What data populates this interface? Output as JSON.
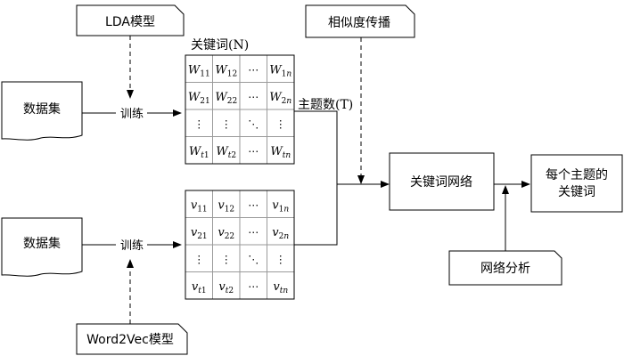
{
  "nodes": {
    "lda_model": "LDA模型",
    "similarity": "相似度传播",
    "dataset_top": "数据集",
    "dataset_bottom": "数据集",
    "train_top": "训练",
    "train_bottom": "训练",
    "keyword_network": "关键词网络",
    "result": [
      "每个主题的",
      "关键词"
    ],
    "network_analysis": "网络分析",
    "word2vec_model": "Word2Vec模型"
  },
  "labels": {
    "keywords_axis": "关键词(N)",
    "topics_axis": "主题数(T)"
  },
  "matrix_w": {
    "symbol": "W",
    "rows": [
      [
        [
          "1",
          "1"
        ],
        [
          "1",
          "2"
        ],
        [
          "dots",
          "h"
        ],
        [
          "1",
          "n"
        ]
      ],
      [
        [
          "2",
          "1"
        ],
        [
          "2",
          "2"
        ],
        [
          "dots",
          "h"
        ],
        [
          "2",
          "n"
        ]
      ],
      [
        [
          "dots",
          "v"
        ],
        [
          "dots",
          "v"
        ],
        [
          "dots",
          "d"
        ],
        [
          "dots",
          "v"
        ]
      ],
      [
        [
          "t",
          "1"
        ],
        [
          "t",
          "2"
        ],
        [
          "dots",
          "h"
        ],
        [
          "t",
          "n"
        ]
      ]
    ]
  },
  "matrix_v": {
    "symbol": "v",
    "rows": [
      [
        [
          "1",
          "1"
        ],
        [
          "1",
          "2"
        ],
        [
          "dots",
          "h"
        ],
        [
          "1",
          "n"
        ]
      ],
      [
        [
          "2",
          "1"
        ],
        [
          "2",
          "2"
        ],
        [
          "dots",
          "h"
        ],
        [
          "2",
          "n"
        ]
      ],
      [
        [
          "dots",
          "v"
        ],
        [
          "dots",
          "v"
        ],
        [
          "dots",
          "d"
        ],
        [
          "dots",
          "v"
        ]
      ],
      [
        [
          "t",
          "1"
        ],
        [
          "t",
          "2"
        ],
        [
          "dots",
          "h"
        ],
        [
          "t",
          "n"
        ]
      ]
    ]
  },
  "dots": {
    "h": "⋯",
    "v": "⋮",
    "d": "⋱"
  }
}
